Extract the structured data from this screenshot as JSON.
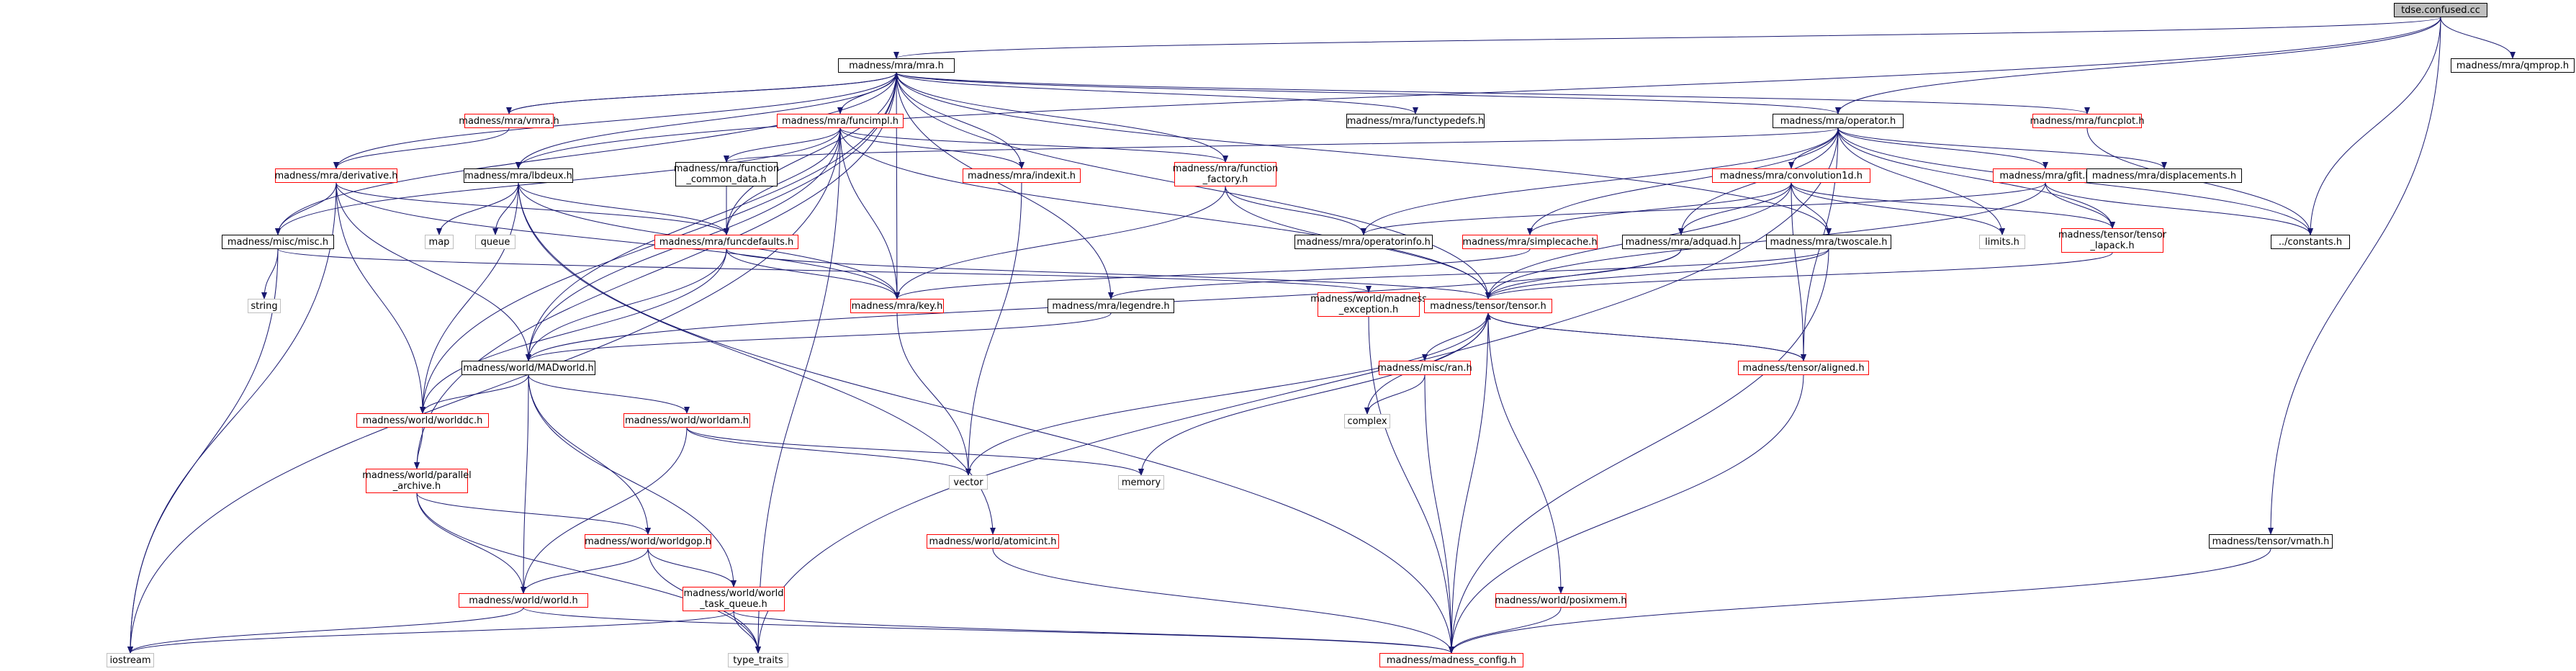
{
  "colors": {
    "edge": "#191970",
    "link_border": "#ff0000",
    "normal_border": "#000000",
    "ext_border": "#bfbfbf",
    "root_fill": "#bfbfbf"
  },
  "nodes": {
    "root": "tdse.confused.cc",
    "mra": "madness/mra/mra.h",
    "qmprop": "madness/mra/qmprop.h",
    "vmra": "madness/mra/vmra.h",
    "funcimpl": "madness/mra/funcimpl.h",
    "functypedefs": "madness/mra/functypedefs.h",
    "operator": "madness/mra/operator.h",
    "funcplot": "madness/mra/funcplot.h",
    "derivative": "madness/mra/derivative.h",
    "lbdeux": "madness/mra/lbdeux.h",
    "function_common_data": "madness/mra/function\n_common_data.h",
    "indexit": "madness/mra/indexit.h",
    "function_factory": "madness/mra/function\n_factory.h",
    "convolution1d": "madness/mra/convolution1d.h",
    "gfit": "madness/mra/gfit.h",
    "displacements": "madness/mra/displacements.h",
    "misc": "madness/misc/misc.h",
    "map": "map",
    "queue": "queue",
    "funcdefaults": "madness/mra/funcdefaults.h",
    "operatorinfo": "madness/mra/operatorinfo.h",
    "simplecache": "madness/mra/simplecache.h",
    "adquad": "madness/mra/adquad.h",
    "twoscale": "madness/mra/twoscale.h",
    "limits": "limits.h",
    "tensor_lapack": "madness/tensor/tensor\n_lapack.h",
    "constants": "../constants.h",
    "string": "string",
    "key": "madness/mra/key.h",
    "legendre": "madness/mra/legendre.h",
    "madness_exception": "madness/world/madness\n_exception.h",
    "tensor": "madness/tensor/tensor.h",
    "madworld": "madness/world/MADworld.h",
    "ran": "madness/misc/ran.h",
    "aligned": "madness/tensor/aligned.h",
    "complex": "complex",
    "worlddc": "madness/world/worlddc.h",
    "worldam": "madness/world/worldam.h",
    "vector": "vector",
    "memory": "memory",
    "parallel_archive": "madness/world/parallel\n_archive.h",
    "worldgop": "madness/world/worldgop.h",
    "atomicint": "madness/world/atomicint.h",
    "vmath": "madness/tensor/vmath.h",
    "world": "madness/world/world.h",
    "task_queue": "madness/world/world\n_task_queue.h",
    "posixmem": "madness/world/posixmem.h",
    "iostream": "iostream",
    "type_traits": "type_traits",
    "madness_config": "madness/madness_config.h"
  }
}
